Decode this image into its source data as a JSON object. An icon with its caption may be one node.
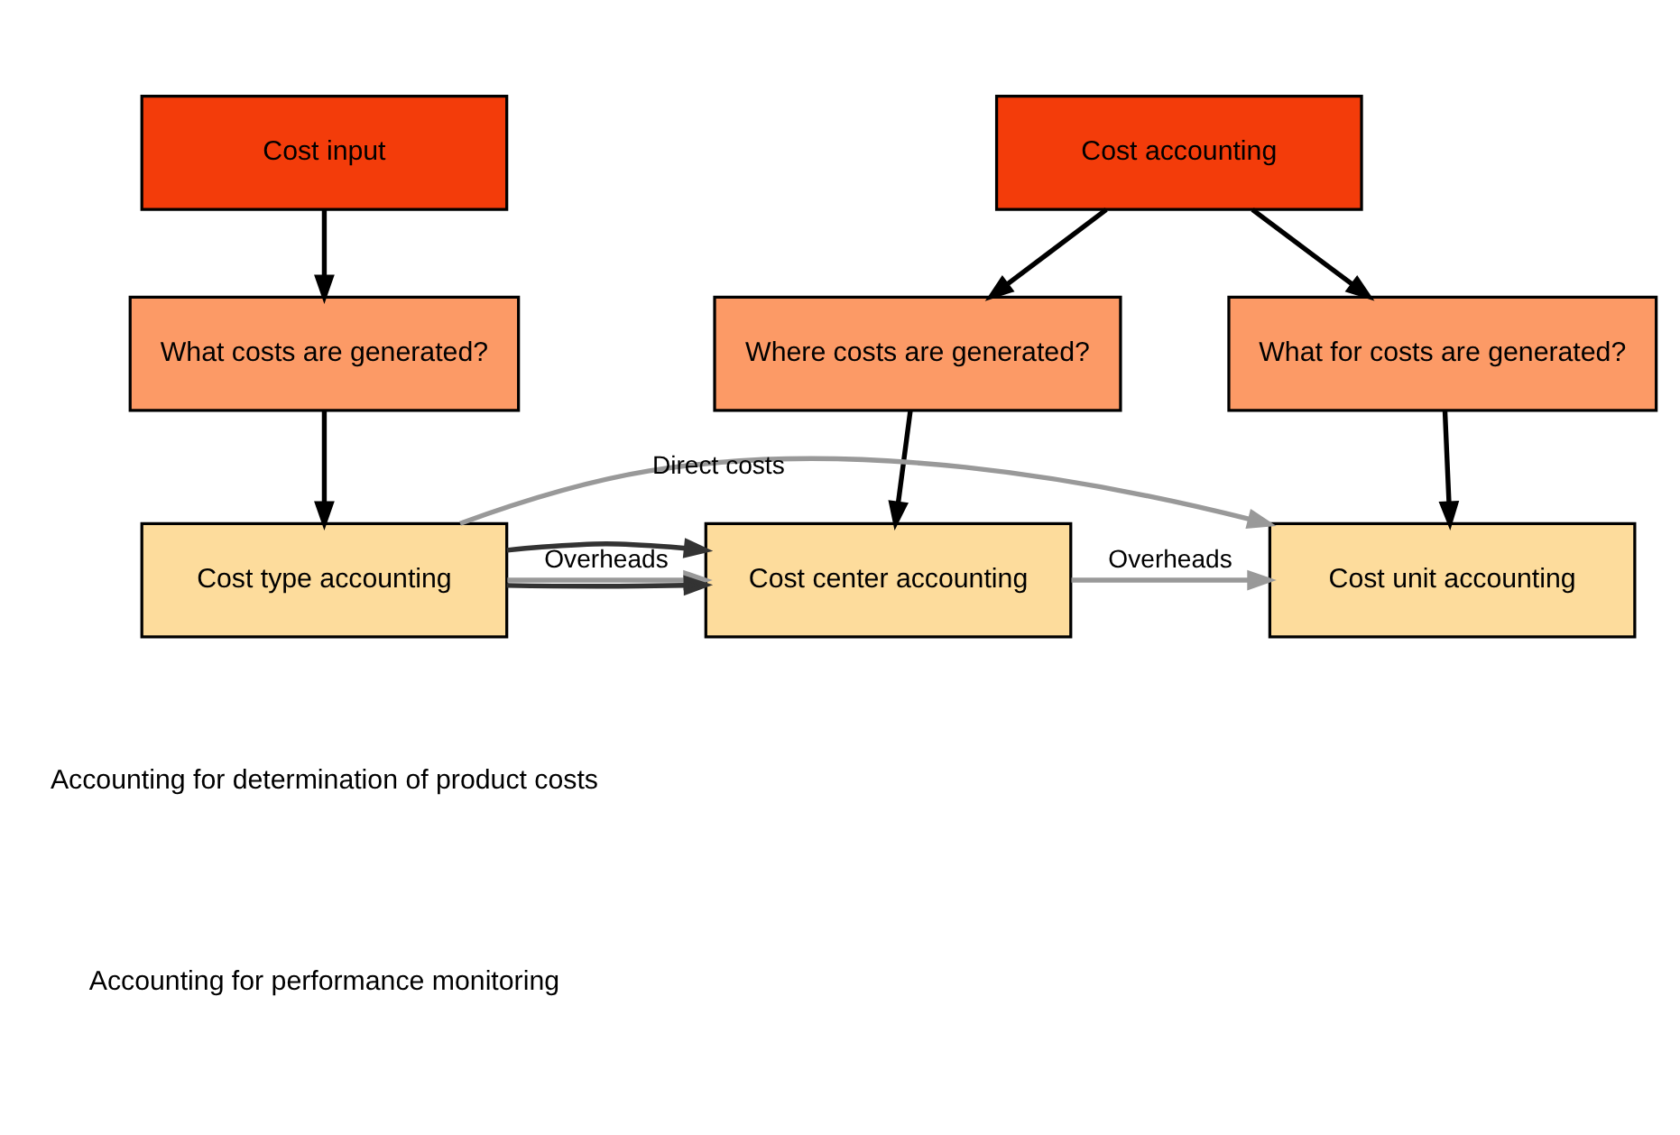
{
  "diagram": {
    "nodes": [
      {
        "text": [
          "Cost input"
        ]
      },
      {
        "text": [
          "Cost accounting"
        ]
      },
      {
        "text": [
          "What costs are generated?"
        ]
      },
      {
        "text": [
          "Where costs are generated?"
        ]
      },
      {
        "text": [
          "What for costs are generated?"
        ]
      },
      {
        "text": [
          "Cost type accounting"
        ]
      },
      {
        "text": [
          "Cost center accounting"
        ]
      },
      {
        "text": [
          "Cost unit accounting"
        ]
      }
    ],
    "edges": [
      {
        "from": 0,
        "to": 2,
        "arrow": "to"
      },
      {
        "from": 1,
        "to": 3,
        "arrow": "to"
      },
      {
        "from": 1,
        "to": 4,
        "arrow": "to"
      },
      {
        "from": 2,
        "to": 5,
        "arrow": "to"
      },
      {
        "from": 3,
        "to": 6,
        "arrow": "to"
      },
      {
        "from": 4,
        "to": 7,
        "arrow": "to"
      },
      {
        "from": 5,
        "to": 6,
        "arrow": "to",
        "label": "Overheads",
        "color": "#999999"
      },
      {
        "from": 5,
        "to": 6,
        "arrow": "to",
        "color": "#333333"
      },
      {
        "from": 5,
        "to": 6,
        "arrow": "to",
        "color": "#333333"
      },
      {
        "from": 6,
        "to": 7,
        "arrow": "to",
        "label": "Overheads",
        "color": "#999999"
      },
      {
        "from": 5,
        "to": 7,
        "arrow": "to",
        "label": "Direct costs",
        "color": "#999999"
      }
    ],
    "legend": [
      {
        "text": "Accounting for determination of product costs"
      },
      {
        "text": "Accounting for performance monitoring"
      }
    ]
  }
}
